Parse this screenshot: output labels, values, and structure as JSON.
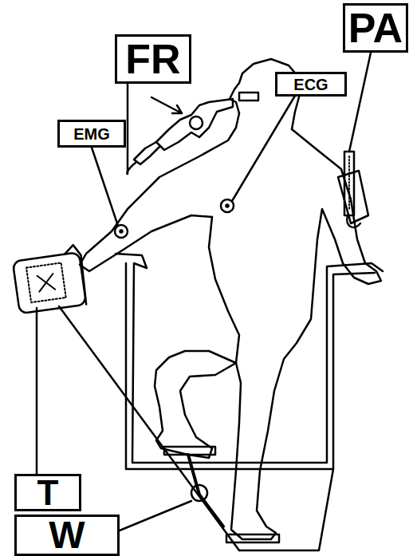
{
  "diagram": {
    "nodes": [
      {
        "text": [
          "FR"
        ]
      },
      {
        "text": [
          "PA"
        ]
      },
      {
        "text": [
          "ECG"
        ]
      },
      {
        "text": [
          "EMG"
        ]
      },
      {
        "text": [
          "T"
        ]
      },
      {
        "text": [
          "W"
        ]
      }
    ]
  }
}
